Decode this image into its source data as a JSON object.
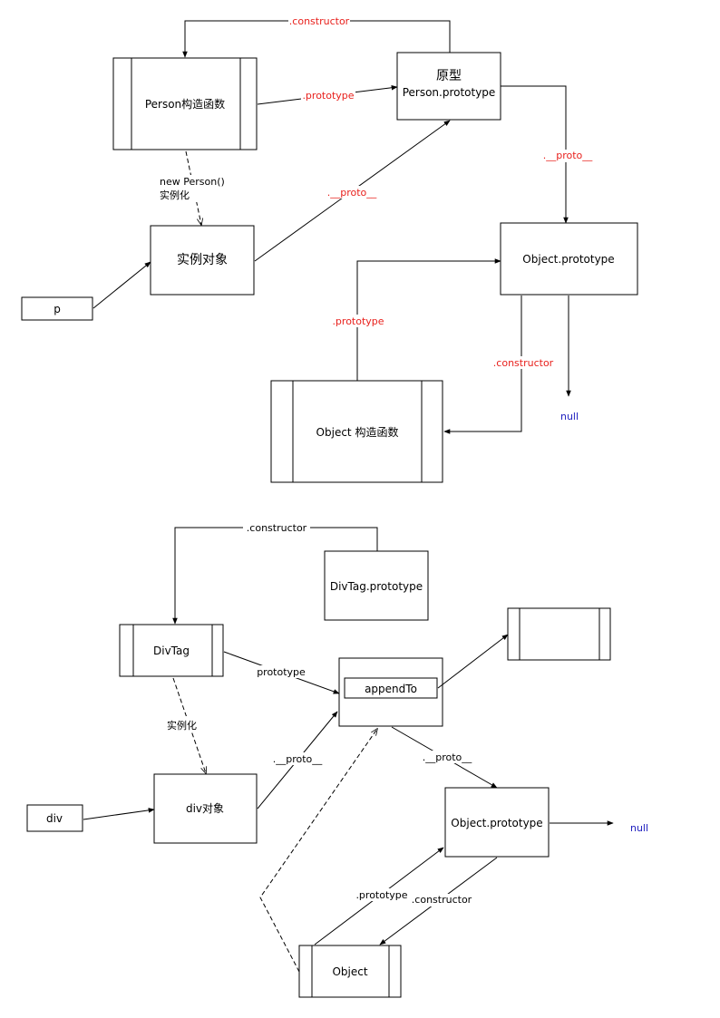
{
  "diagram1": {
    "person_ctor": "Person构造函数",
    "proto_title": "原型",
    "proto_sub": "Person.prototype",
    "instance": "实例对象",
    "p": "p",
    "object_proto": "Object.prototype",
    "object_ctor": "Object 构造函数",
    "null": "null",
    "constructor": ".constructor",
    "prototype": ".prototype",
    "proto_link_1": ".__proto__",
    "proto_link_2": ".__proto__",
    "new_person": "new Person()",
    "instantiate": "实例化",
    "obj_prototype": ".prototype",
    "obj_constructor": ".constructor"
  },
  "diagram2": {
    "constructor_top": ".constructor",
    "divtag_proto": "DivTag.prototype",
    "divtag": "DivTag",
    "prototype": "prototype",
    "append_to": "appendTo",
    "instantiate": "实例化",
    "proto_1": ".__proto__",
    "proto_2": ".__proto__",
    "div_obj": "div对象",
    "div": "div",
    "object_proto": "Object.prototype",
    "null": "null",
    "obj_prototype": ".prototype",
    "obj_constructor": ".constructor",
    "object": "Object"
  },
  "colors": {
    "red": "#e8201c",
    "blue": "#1f1fbf"
  }
}
